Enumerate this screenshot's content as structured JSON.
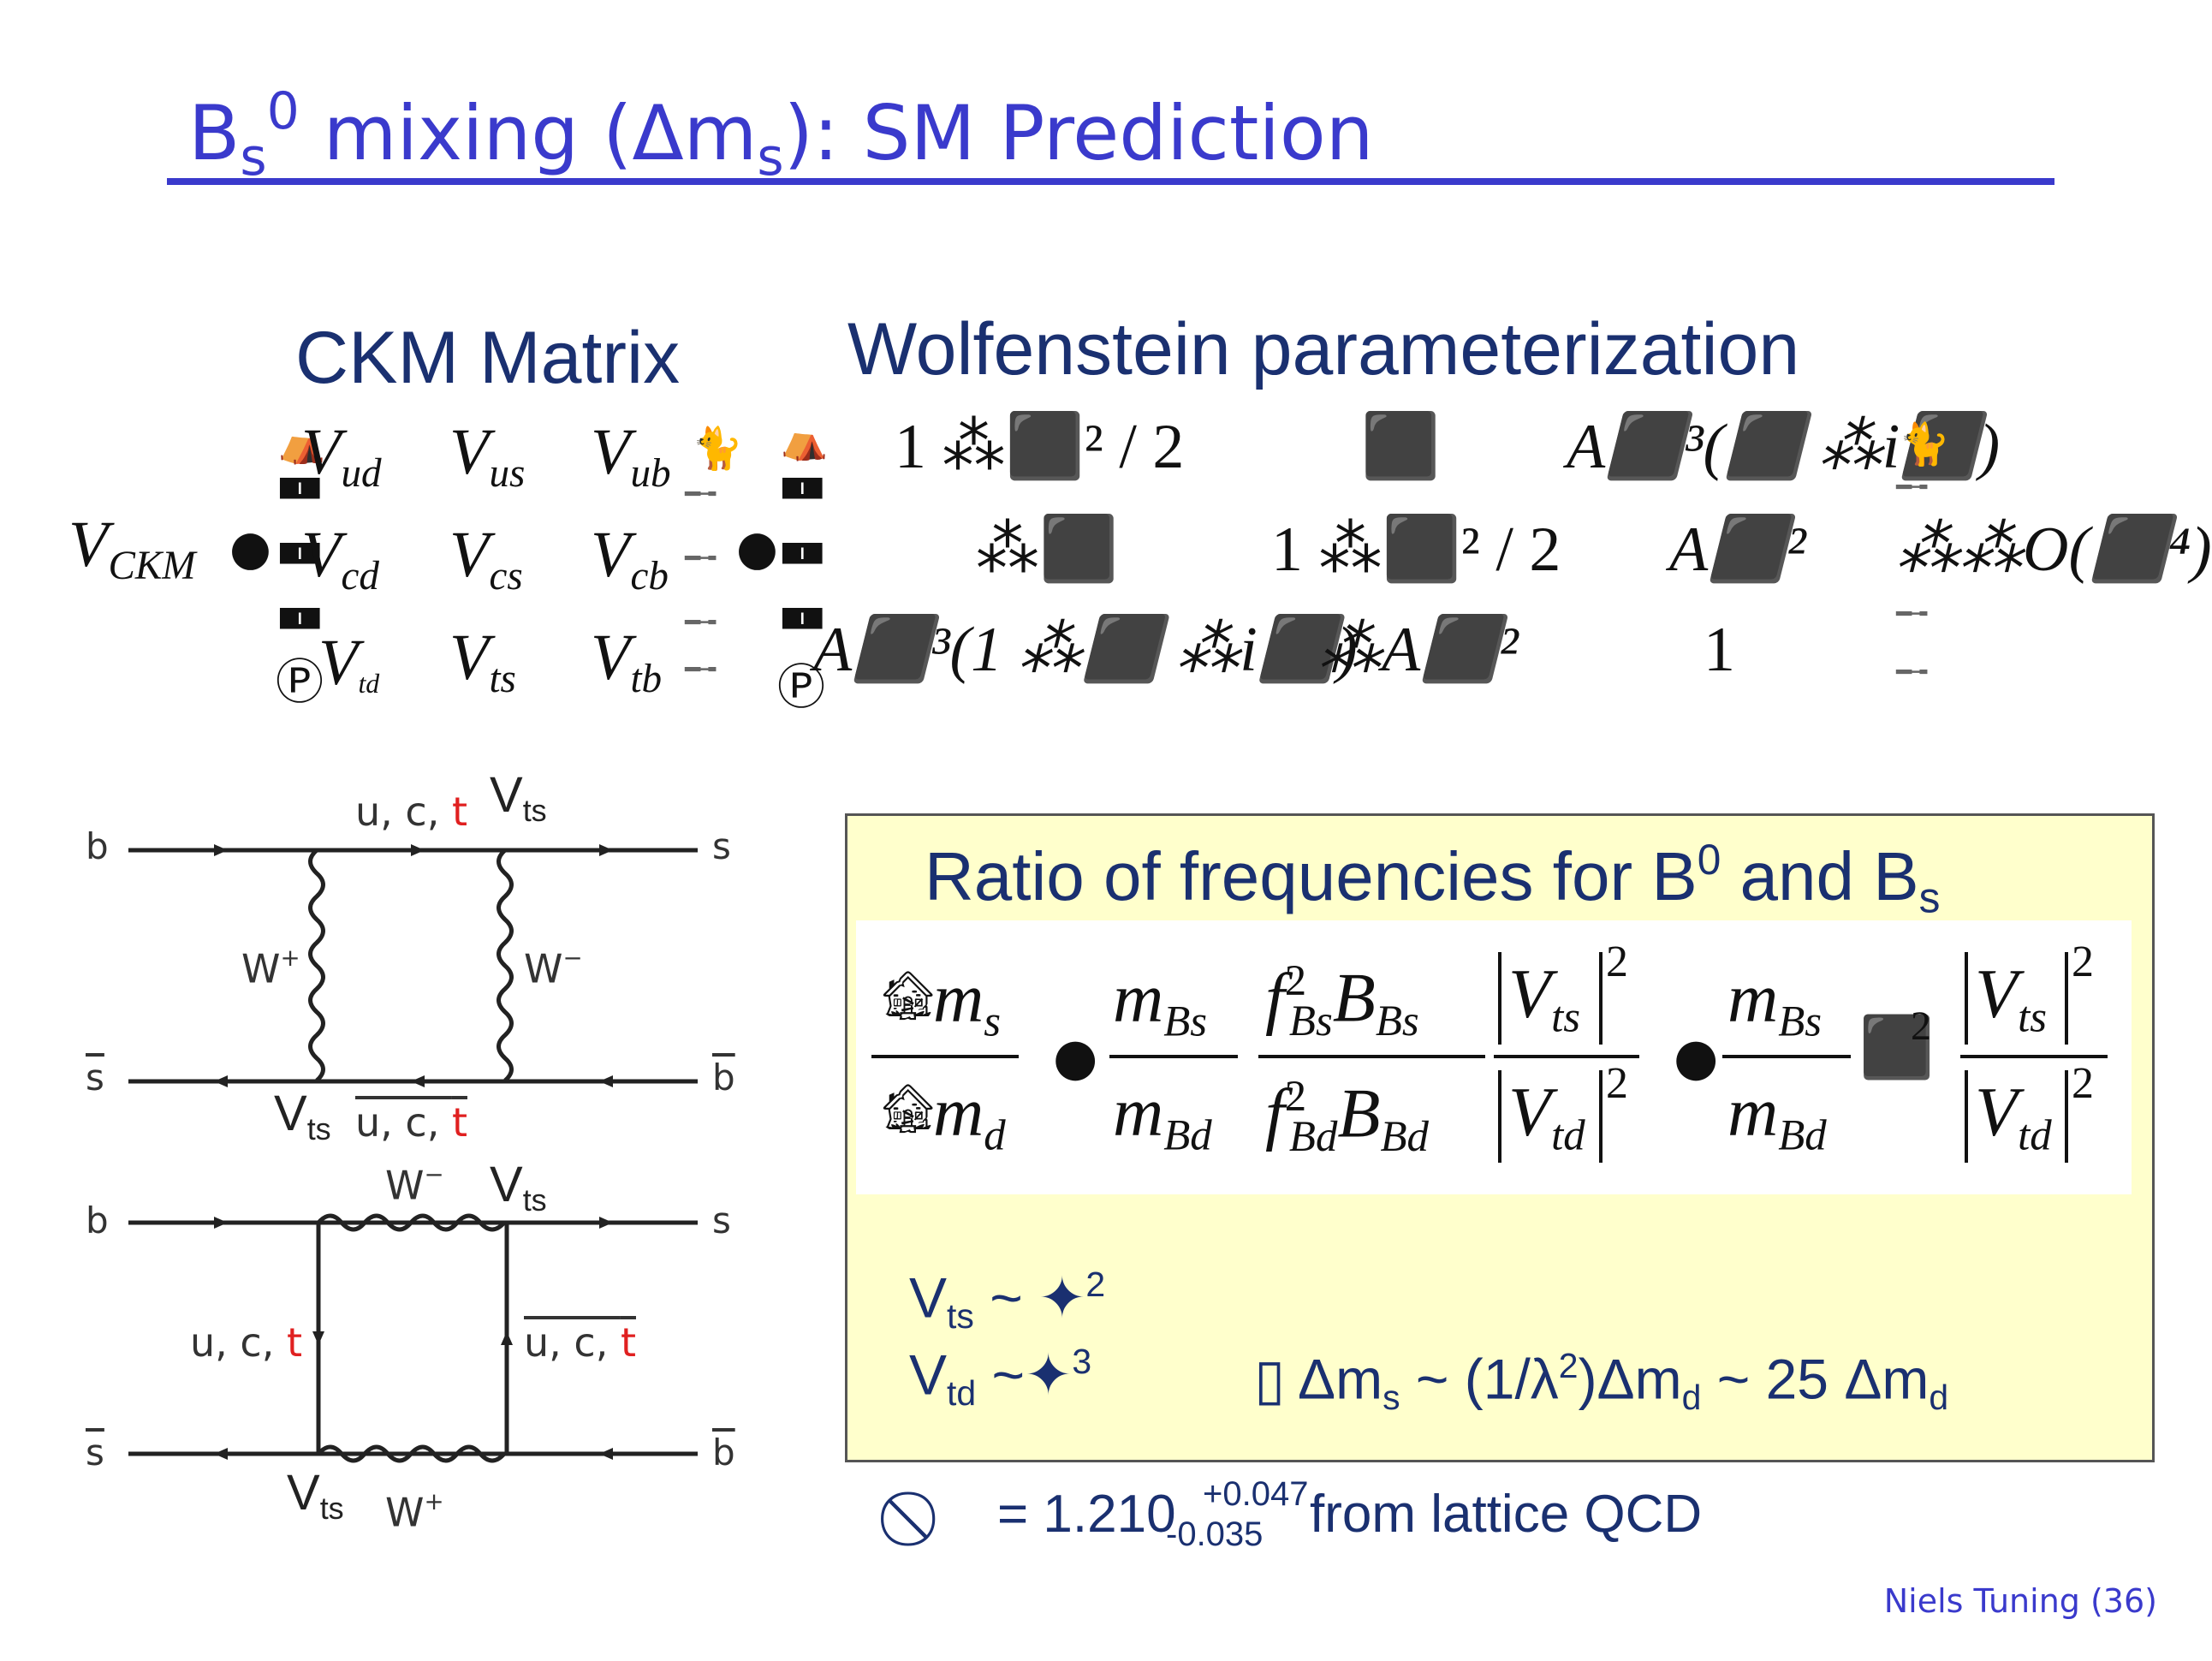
{
  "slide": {
    "title": {
      "prefix": "B",
      "sub": "s",
      "sup": "0",
      "middle": " mixing (Δm",
      "sub2": "s",
      "suffix": "): SM Prediction"
    },
    "footer": "Niels Tuning (36)"
  },
  "ckm": {
    "heading": "CKM Matrix",
    "lhs": "V",
    "lhs_sub": "CKM",
    "equals_glyph": "●",
    "cells": [
      [
        {
          "v": "V",
          "s": "ud"
        },
        {
          "v": "V",
          "s": "us"
        },
        {
          "v": "V",
          "s": "ub"
        }
      ],
      [
        {
          "v": "V",
          "s": "cd"
        },
        {
          "v": "V",
          "s": "cs"
        },
        {
          "v": "V",
          "s": "cb"
        }
      ],
      [
        {
          "v": "V",
          "s": "td"
        },
        {
          "v": "V",
          "s": "ts"
        },
        {
          "v": "V",
          "s": "tb"
        }
      ]
    ]
  },
  "wolfenstein": {
    "heading": "Wolfenstein parameterization",
    "row1": [
      "1 ⁂⬛² / 2",
      "⬛",
      "A⬛³(⬛ ⁂i⬛)"
    ],
    "row2": [
      "⁂⬛",
      "1 ⁂⬛² / 2",
      "A⬛²"
    ],
    "row3": [
      "A⬛³(1 ⁂⬛ ⁂i⬛)",
      "⁂A⬛²",
      "1"
    ],
    "order_term": "O(⬛⁴)",
    "order_prefix": "⁂⁂"
  },
  "diagrams": {
    "d1": {
      "b": "b",
      "s_right": "s",
      "sbar": "s",
      "bbar": "b",
      "top_quarks": "u, c, ",
      "top_quark_red": "t",
      "vts_top": "V",
      "vts_top_sub": "ts",
      "wplus": "W",
      "wplus_sup": "+",
      "wminus": "W",
      "wminus_sup": "−",
      "vts_bottom": "V",
      "vts_bottom_sub": "ts",
      "bottom_quarks": "u, c, ",
      "bottom_quark_red": "t"
    },
    "d2": {
      "b": "b",
      "s_right": "s",
      "sbar": "s",
      "bbar": "b",
      "wminus": "W",
      "wminus_sup": "−",
      "vts_top": "V",
      "vts_top_sub": "ts",
      "left_quarks": "u, c, ",
      "left_quark_red": "t",
      "right_quarks": "u, c, ",
      "right_quark_red": "t",
      "vts_bottom": "V",
      "vts_bottom_sub": "ts",
      "wplus": "W",
      "wplus_sup": "+"
    }
  },
  "ratio_box": {
    "heading_pre": "Ratio of frequencies for B",
    "heading_sup": "0",
    "heading_mid": " and B",
    "heading_sub": "s",
    "formula": {
      "lhs_num": "m",
      "lhs_num_sub": "s",
      "lhs_den": "m",
      "lhs_den_sub": "d",
      "mbs": "m",
      "mbs_sub": "Bs",
      "mbd": "m",
      "mbd_sub": "Bd",
      "f_num": "f",
      "f_num_sup": "2",
      "f_num_sub": "Bs",
      "b_num": "B",
      "b_num_sub": "Bs",
      "f_den": "f",
      "f_den_sup": "2",
      "f_den_sub": "Bd",
      "b_den": "B",
      "b_den_sub": "Bd",
      "vts": "V",
      "vts_sub": "ts",
      "vtd": "V",
      "vtd_sub": "td",
      "exp": "2",
      "xi_glyph": "⬛",
      "bullet": "●"
    },
    "vts_line": {
      "v": "V",
      "sub": "ts",
      "tilde": "~ ",
      "star": "✦",
      "pow": "2"
    },
    "vtd_line": {
      "v": "V",
      "sub": "td",
      "tilde": "~",
      "star": "✦",
      "pow": "3"
    },
    "result": {
      "box_glyph": "▯",
      "pre": " Δm",
      "sub1": "s",
      "mid": " ~ (1/λ",
      "sup": "2",
      "mid2": ")Δm",
      "sub2": "d",
      "post": " ~ 25 Δm",
      "sub3": "d"
    }
  },
  "lattice": {
    "glyph": "⃠",
    "eq": "= 1.210",
    "plus": "+0.047",
    "minus": "-0.035",
    "post": " from lattice QCD"
  }
}
